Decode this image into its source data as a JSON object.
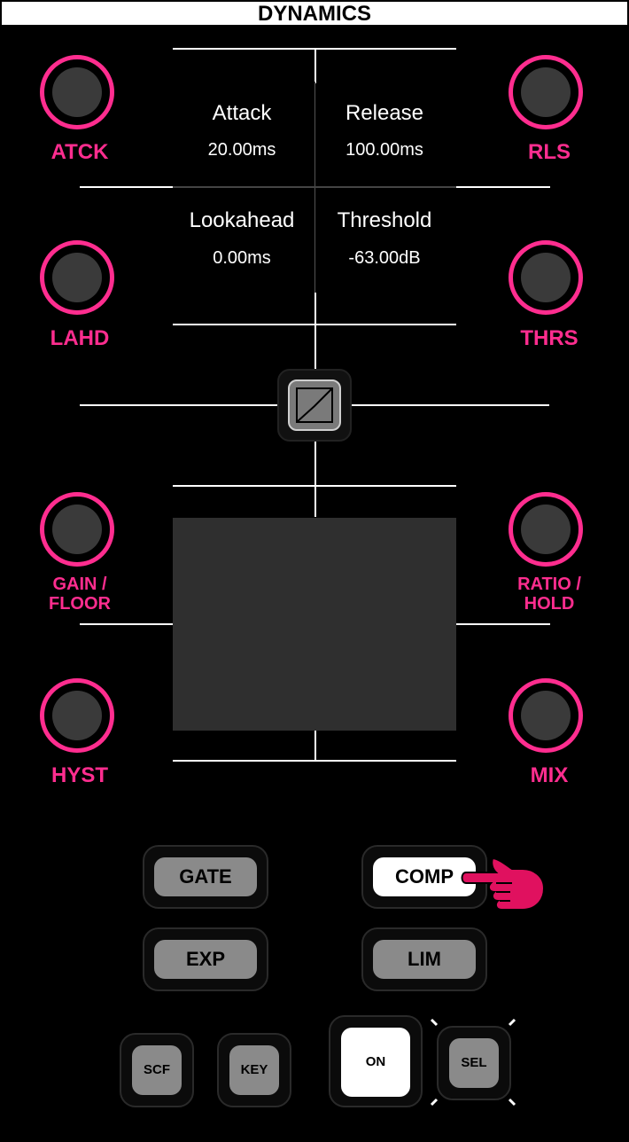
{
  "title": "DYNAMICS",
  "knobs": {
    "attack": "ATCK",
    "release": "RLS",
    "lookahead": "LAHD",
    "threshold": "THRS",
    "gain_floor_1": "GAIN /",
    "gain_floor_2": "FLOOR",
    "ratio_hold_1": "RATIO /",
    "ratio_hold_2": "HOLD",
    "hysteresis": "HYST",
    "mix": "MIX"
  },
  "params": {
    "attack": {
      "label": "Attack",
      "value": "20.00ms"
    },
    "release": {
      "label": "Release",
      "value": "100.00ms"
    },
    "lookahead": {
      "label": "Lookahead",
      "value": "0.00ms"
    },
    "threshold": {
      "label": "Threshold",
      "value": "-63.00dB"
    }
  },
  "modes": {
    "gate": "GATE",
    "comp": "COMP",
    "exp": "EXP",
    "lim": "LIM",
    "active": "COMP"
  },
  "footer": {
    "scf": "SCF",
    "key": "KEY",
    "on": "ON",
    "sel": "SEL"
  },
  "colors": {
    "accent": "#ff2d8f",
    "active_button": "#ffffff",
    "inactive_button": "#8a8a8a"
  }
}
